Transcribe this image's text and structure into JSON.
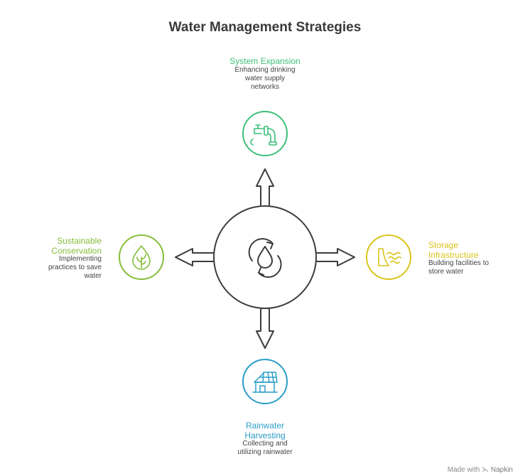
{
  "title": "Water Management Strategies",
  "colors": {
    "top": "#3dbf7a",
    "right": "#d9c41b",
    "bottom": "#2a9dc8",
    "left": "#86bd3a",
    "center": "#3c3c3c"
  },
  "center": {
    "icon": "water-cycle-icon"
  },
  "nodes": {
    "top": {
      "title": "System Expansion",
      "description": [
        "Enhancing drinking",
        "water supply",
        "networks"
      ],
      "icon": "pipe-faucet-icon"
    },
    "right": {
      "title": [
        "Storage",
        "Infrastructure"
      ],
      "description": [
        "Building facilities to",
        "store water"
      ],
      "icon": "dam-icon"
    },
    "bottom": {
      "title": [
        "Rainwater",
        "Harvesting"
      ],
      "description": [
        "Collecting and",
        "utilizing rainwater"
      ],
      "icon": "solar-roof-house-icon"
    },
    "left": {
      "title": [
        "Sustainable",
        "Conservation"
      ],
      "description": [
        "Implementing",
        "practices to save",
        "water"
      ],
      "icon": "water-drop-plant-icon"
    }
  },
  "footer": {
    "made_with": "Made with",
    "brand": "Napkin"
  }
}
